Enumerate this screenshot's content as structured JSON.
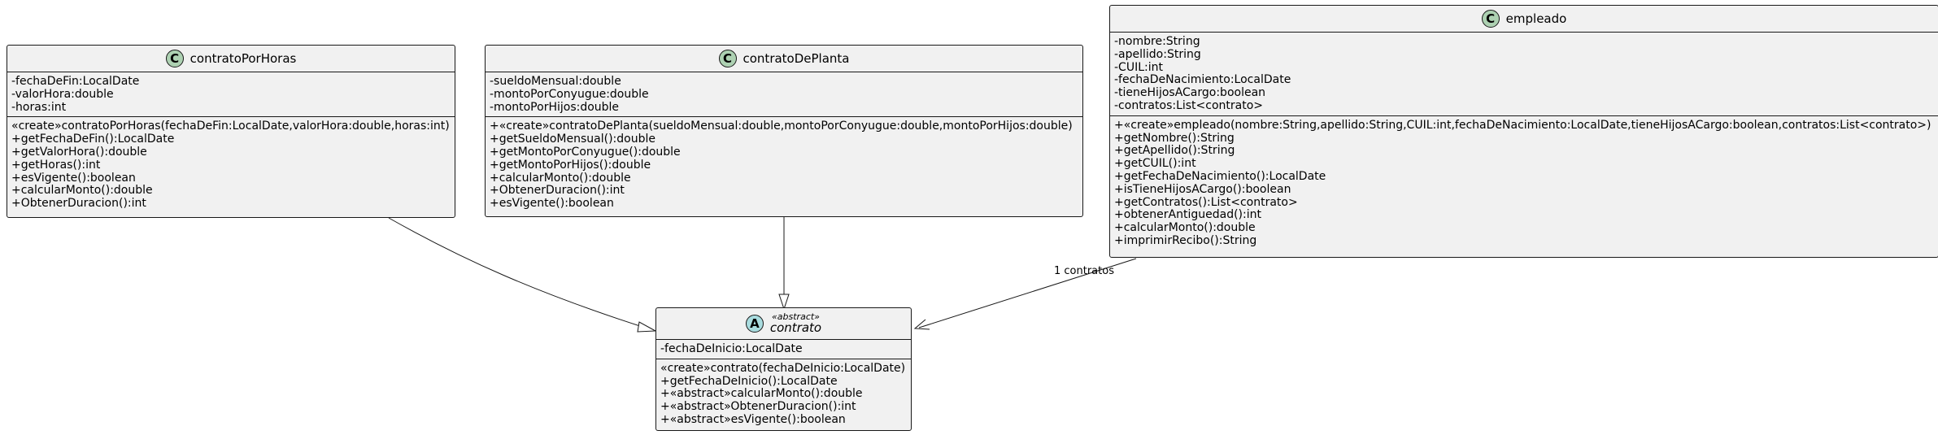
{
  "classes": {
    "contratoPorHoras": {
      "kind": "class",
      "glyph": "C",
      "name": "contratoPorHoras",
      "attributes": [
        "-fechaDeFin:LocalDate",
        "-valorHora:double",
        "-horas:int"
      ],
      "methods": [
        "«create»contratoPorHoras(fechaDeFin:LocalDate,valorHora:double,horas:int)",
        "+getFechaDeFin():LocalDate",
        "+getValorHora():double",
        "+getHoras():int",
        "+esVigente():boolean",
        "+calcularMonto():double",
        "+ObtenerDuracion():int"
      ]
    },
    "contratoDePlanta": {
      "kind": "class",
      "glyph": "C",
      "name": "contratoDePlanta",
      "attributes": [
        "-sueldoMensual:double",
        "-montoPorConyugue:double",
        "-montoPorHijos:double"
      ],
      "methods": [
        "+«create»contratoDePlanta(sueldoMensual:double,montoPorConyugue:double,montoPorHijos:double)",
        "+getSueldoMensual():double",
        "+getMontoPorConyugue():double",
        "+getMontoPorHijos():double",
        "+calcularMonto():double",
        "+ObtenerDuracion():int",
        "+esVigente():boolean"
      ]
    },
    "empleado": {
      "kind": "class",
      "glyph": "C",
      "name": "empleado",
      "attributes": [
        "-nombre:String",
        "-apellido:String",
        "-CUIL:int",
        "-fechaDeNacimiento:LocalDate",
        "-tieneHijosACargo:boolean",
        "-contratos:List<contrato>"
      ],
      "methods": [
        "+«create»empleado(nombre:String,apellido:String,CUIL:int,fechaDeNacimiento:LocalDate,tieneHijosACargo:boolean,contratos:List<contrato>)",
        "+getNombre():String",
        "+getApellido():String",
        "+getCUIL():int",
        "+getFechaDeNacimiento():LocalDate",
        "+isTieneHijosACargo():boolean",
        "+getContratos():List<contrato>",
        "+obtenerAntiguedad():int",
        "+calcularMonto():double",
        "+imprimirRecibo():String"
      ]
    },
    "contrato": {
      "kind": "abstract",
      "glyph": "A",
      "stereotype": "«abstract»",
      "name": "contrato",
      "attributes": [
        "-fechaDeInicio:LocalDate"
      ],
      "methods": [
        "«create»contrato(fechaDeInicio:LocalDate)",
        "+getFechaDeInicio():LocalDate",
        "+«abstract»calcularMonto():double",
        "+«abstract»ObtenerDuracion():int",
        "+«abstract»esVigente():boolean"
      ]
    }
  },
  "relations": [
    {
      "type": "inheritance",
      "from": "contratoPorHoras",
      "to": "contrato"
    },
    {
      "type": "inheritance",
      "from": "contratoDePlanta",
      "to": "contrato"
    },
    {
      "type": "association",
      "from": "empleado",
      "to": "contrato",
      "label": "1 contratos"
    }
  ],
  "colors": {
    "class_fill": "#F1F1F1",
    "border": "#181818",
    "class_glyph": "#ADD1B2",
    "abstract_glyph": "#A9DCDF"
  }
}
